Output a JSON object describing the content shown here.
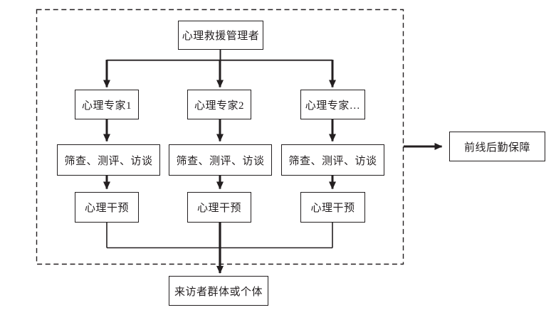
{
  "flowchart": {
    "manager": {
      "label": "心理救援管理者"
    },
    "columns": [
      {
        "expert": "心理专家1",
        "screening": "筛查、测评、访谈",
        "intervention": "心理干预"
      },
      {
        "expert": "心理专家2",
        "screening": "筛查、测评、访谈",
        "intervention": "心理干预"
      },
      {
        "expert": "心理专家…",
        "screening": "筛查、测评、访谈",
        "intervention": "心理干预"
      }
    ],
    "logistics": {
      "label": "前线后勤保障"
    },
    "visitors": {
      "label": "来访者群体或个体"
    },
    "colors": {
      "line": "#231f20",
      "text": "#231f20",
      "background": "#ffffff"
    }
  }
}
